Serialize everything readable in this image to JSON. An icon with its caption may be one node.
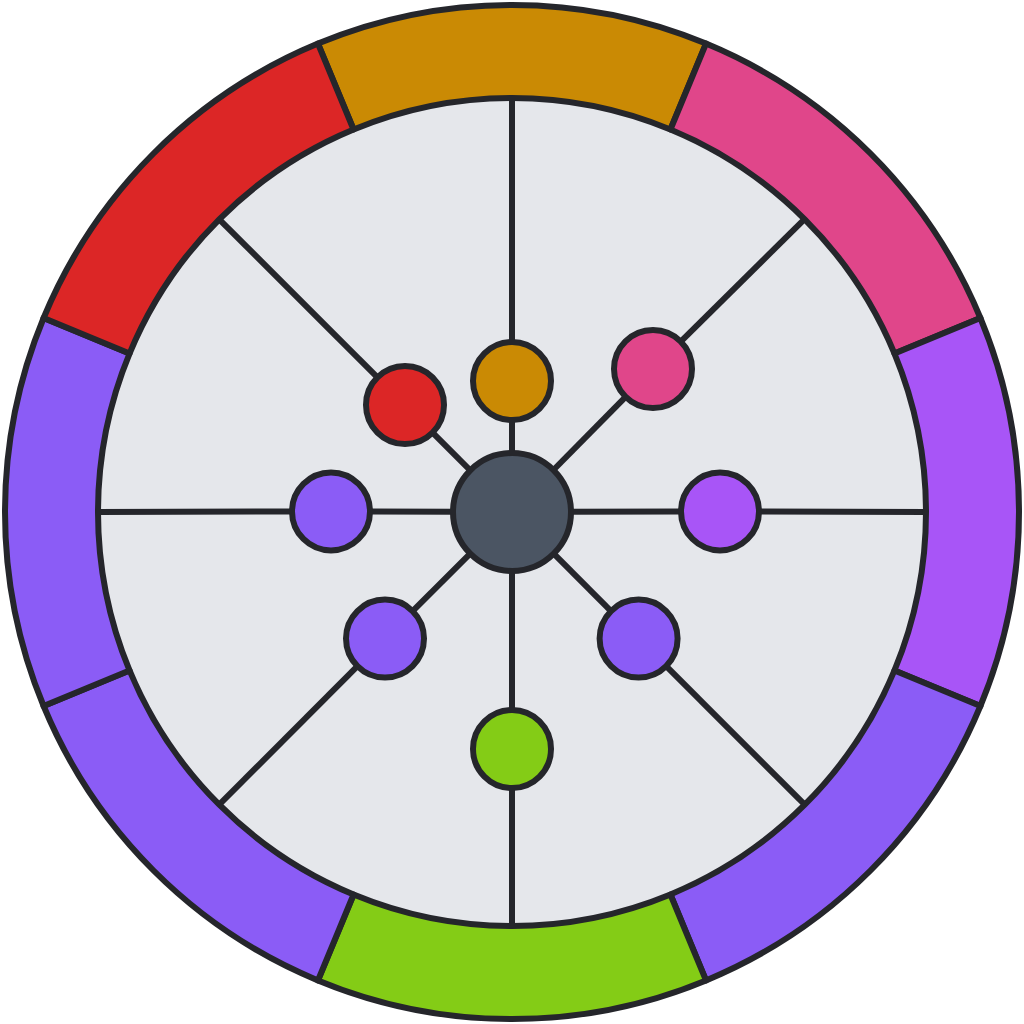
{
  "diagram": {
    "nodes": [
      {
        "text": [],
        "shape": "circle"
      },
      {
        "text": [],
        "shape": "circle"
      },
      {
        "text": [],
        "shape": "circle"
      },
      {
        "text": [],
        "shape": "circle"
      },
      {
        "text": [],
        "shape": "circle"
      },
      {
        "text": [],
        "shape": "circle"
      },
      {
        "text": [],
        "shape": "circle"
      },
      {
        "text": [],
        "shape": "circle"
      },
      {
        "text": [],
        "shape": "circle"
      },
      {
        "text": [],
        "shape": "arc"
      },
      {
        "text": [],
        "shape": "arc"
      },
      {
        "text": [],
        "shape": "arc"
      },
      {
        "text": [],
        "shape": "arc"
      },
      {
        "text": [],
        "shape": "arc"
      },
      {
        "text": [],
        "shape": "arc"
      },
      {
        "text": [],
        "shape": "arc"
      },
      {
        "text": [],
        "shape": "arc"
      }
    ],
    "edges": [
      {
        "from": 0,
        "to": 1,
        "arrow": "none"
      },
      {
        "from": 0,
        "to": 2,
        "arrow": "none"
      },
      {
        "from": 0,
        "to": 3,
        "arrow": "none"
      },
      {
        "from": 0,
        "to": 4,
        "arrow": "none"
      },
      {
        "from": 0,
        "to": 5,
        "arrow": "none"
      },
      {
        "from": 0,
        "to": 6,
        "arrow": "none"
      },
      {
        "from": 0,
        "to": 7,
        "arrow": "none"
      },
      {
        "from": 0,
        "to": 8,
        "arrow": "none"
      },
      {
        "from": 1,
        "to": 9,
        "arrow": "none"
      },
      {
        "from": 2,
        "to": 10,
        "arrow": "none"
      },
      {
        "from": 3,
        "to": 11,
        "arrow": "none"
      },
      {
        "from": 4,
        "to": 12,
        "arrow": "none"
      },
      {
        "from": 5,
        "to": 13,
        "arrow": "none"
      },
      {
        "from": 6,
        "to": 14,
        "arrow": "none"
      },
      {
        "from": 7,
        "to": 15,
        "arrow": "none"
      },
      {
        "from": 8,
        "to": 16,
        "arrow": "none"
      }
    ]
  }
}
